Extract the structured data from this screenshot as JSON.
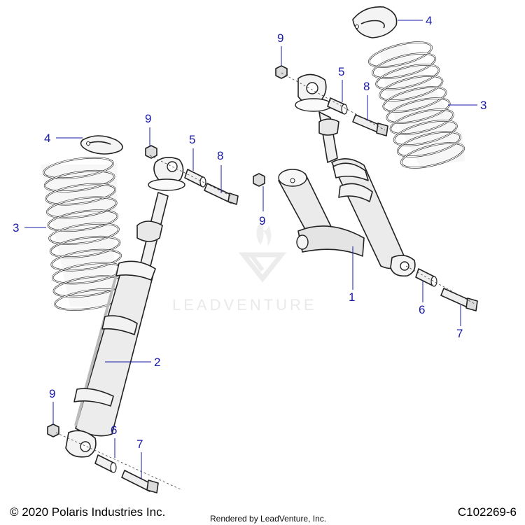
{
  "watermark": {
    "text": "LEADVENTURE"
  },
  "footer": {
    "copyright": "© 2020 Polaris Industries Inc.",
    "rendered_by": "Rendered by LeadVenture, Inc.",
    "drawing_id": "C102269-6"
  },
  "callouts": {
    "left": {
      "c9a": "9",
      "c4": "4",
      "c5": "5",
      "c8": "8",
      "c3": "3",
      "c2": "2",
      "c9b": "9",
      "c6": "6",
      "c7": "7"
    },
    "right": {
      "c9a": "9",
      "c4": "4",
      "c5": "5",
      "c8": "8",
      "c3": "3",
      "c9b": "9",
      "c1": "1",
      "c6": "6",
      "c7": "7"
    }
  }
}
